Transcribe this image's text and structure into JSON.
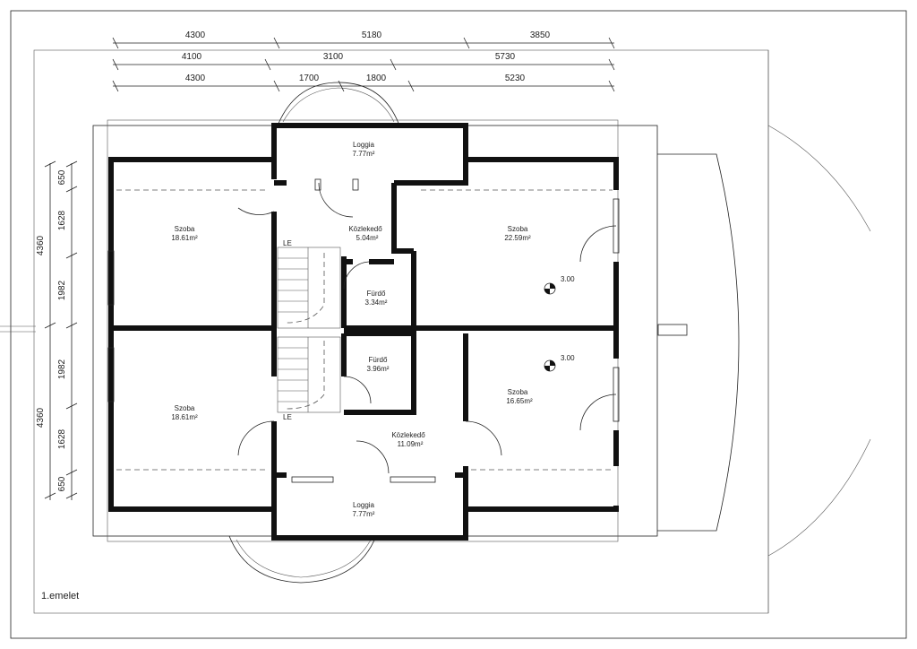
{
  "drawing": {
    "floor_label": "1.emelet",
    "top_dimensions": {
      "row1": [
        "4300",
        "5180",
        "3850"
      ],
      "row2": [
        "4100",
        "3100",
        "5730"
      ],
      "row3": [
        "4300",
        "1700",
        "1800",
        "5230"
      ]
    },
    "left_dimensions": {
      "upper_total": "4360",
      "upper_parts": [
        "650",
        "1628",
        "1982"
      ],
      "lower_total": "4360",
      "lower_parts": [
        "1982",
        "1628",
        "650"
      ]
    },
    "rooms": {
      "loggia_top": {
        "name": "Loggia",
        "area": "7.77m²"
      },
      "kozlekedo_top": {
        "name": "Közlekedő",
        "area": "5.04m²"
      },
      "szoba_tl": {
        "name": "Szoba",
        "area": "18.61m²"
      },
      "szoba_tr": {
        "name": "Szoba",
        "area": "22.59m²"
      },
      "furdo_top": {
        "name": "Fürdő",
        "area": "3.34m²"
      },
      "furdo_bottom": {
        "name": "Fürdő",
        "area": "3.96m²"
      },
      "szoba_bl": {
        "name": "Szoba",
        "area": "18.61m²"
      },
      "szoba_br": {
        "name": "Szoba",
        "area": "16.65m²"
      },
      "kozlekedo_bottom": {
        "name": "Közlekedő",
        "area": "11.09m²"
      },
      "loggia_bottom": {
        "name": "Loggia",
        "area": "7.77m²"
      }
    },
    "stair_labels": {
      "upper": "LE",
      "lower": "LE"
    },
    "levels": {
      "upper": "3.00",
      "lower": "3.00"
    }
  }
}
